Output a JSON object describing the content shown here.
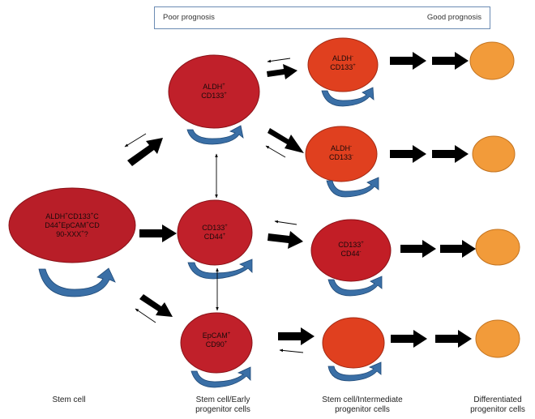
{
  "prognosis": {
    "left": "Poor prognosis",
    "right": "Good prognosis"
  },
  "cells": {
    "stem": {
      "lines": [
        "ALDH",
        "CD133",
        "C",
        "D44",
        "EpCAM",
        "CD",
        "90-XXX",
        "?"
      ]
    },
    "aldh_cd133_top": {
      "l1a": "ALDH",
      "l1sup": "+",
      "l2a": "CD133",
      "l2sup": "+"
    },
    "cd133_cd44_mid": {
      "l1a": "CD133",
      "l1sup": "+",
      "l2a": "CD44",
      "l2sup": "+"
    },
    "epcam_cd90": {
      "l1a": "EpCAM",
      "l1sup": "+",
      "l2a": "CD90",
      "l2sup": "+"
    },
    "inter_1": {
      "l1a": "ALDH",
      "l1sup": "-",
      "l2a": "CD133",
      "l2sup": "+"
    },
    "inter_2": {
      "l1a": "ALDH",
      "l1sup": "-",
      "l2a": "CD133",
      "l2sup": "-"
    },
    "inter_3": {
      "l1a": "CD133",
      "l1sup": "+",
      "l2a": "CD44",
      "l2sup": "-"
    }
  },
  "columns": {
    "stem_cell": "Stem cell",
    "early_l1": "Stem cell/Early",
    "early_l2": "progenitor cells",
    "inter_l1": "Stem cell/Intermediate",
    "inter_l2": "progenitor cells",
    "diff_l1": "Differentiated",
    "diff_l2": "progenitor cells"
  },
  "colors": {
    "stem": "#b81e28",
    "early": "#c0202a",
    "inter_red": "#e0401f",
    "inter_dark": "#c21e26",
    "diff": "#f29b3a",
    "loop_arrow": "#3a6fa6",
    "big_arrow": "#000000"
  }
}
